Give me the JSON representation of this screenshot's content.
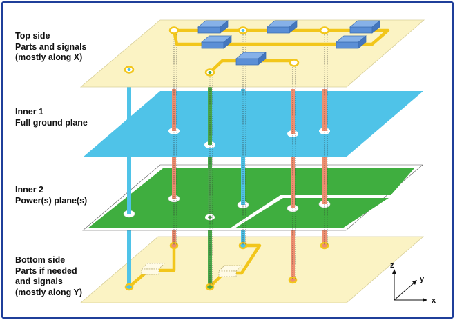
{
  "layers": {
    "top": {
      "lines": [
        "Top side",
        "Parts and signals",
        "(mostly along X)"
      ]
    },
    "inner1": {
      "lines": [
        "Inner 1",
        "Full ground plane"
      ]
    },
    "inner2": {
      "lines": [
        "Inner 2",
        "Power(s) plane(s)"
      ]
    },
    "bottom": {
      "lines": [
        "Bottom side",
        "Parts if needed",
        "and signals",
        "(mostly along Y)"
      ]
    }
  },
  "axes": {
    "z": "z",
    "y": "y",
    "x": "x"
  },
  "colors": {
    "frame": "#1f3f9a",
    "signal_layer": "#fbf3c4",
    "ground_plane": "#4fc3e8",
    "power_plane": "#3fae3f",
    "trace": "#f2c61b",
    "part": "#5b8fd6",
    "via_ground": "#4fc3e8",
    "via_power": "#49a84a",
    "via_signal": "#ee8e70"
  }
}
